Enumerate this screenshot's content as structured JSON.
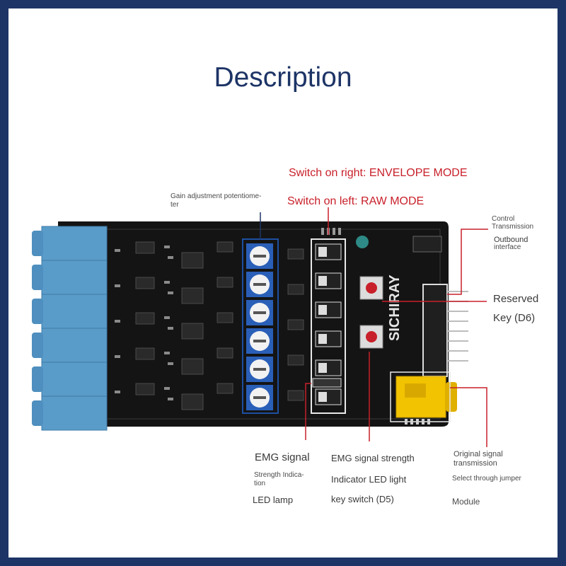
{
  "title": "Description",
  "labels": {
    "envelope_mode": "Switch on right: ENVELOPE MODE",
    "raw_mode": "Switch on left: RAW MODE",
    "gain_pot_line1": "Gain adjustment potentiome-",
    "gain_pot_line2": "ter",
    "control_line1": "Control",
    "control_line2": "Transmission",
    "outbound_line1": "Outbound",
    "outbound_line2": "interface",
    "reserved_line1": "Reserved",
    "reserved_line2": "Key (D6)",
    "emg_signal": "EMG signal",
    "strength_ind_line1": "Strength Indica-",
    "strength_ind_line2": "tion",
    "led_lamp": "LED lamp",
    "emg_strength": "EMG signal strength",
    "indicator_led": "Indicator LED light",
    "key_switch": "key switch (D5)",
    "original_line1": "Original signal",
    "original_line2": "transmission",
    "select_jumper": "Select through jumper",
    "module": "Module"
  },
  "board": {
    "brand_text": "SICHIRAY",
    "input_jacks": 6,
    "potentiometers": 6,
    "slide_switches": 6
  },
  "colors": {
    "frame": "#1d3466",
    "title": "#1d3466",
    "accent_red": "#c8202a",
    "pcb": "#111111",
    "jack_blue": "#5a9cc9",
    "pot_blue": "#2a5fb8",
    "jack_yellow": "#f2c300"
  }
}
